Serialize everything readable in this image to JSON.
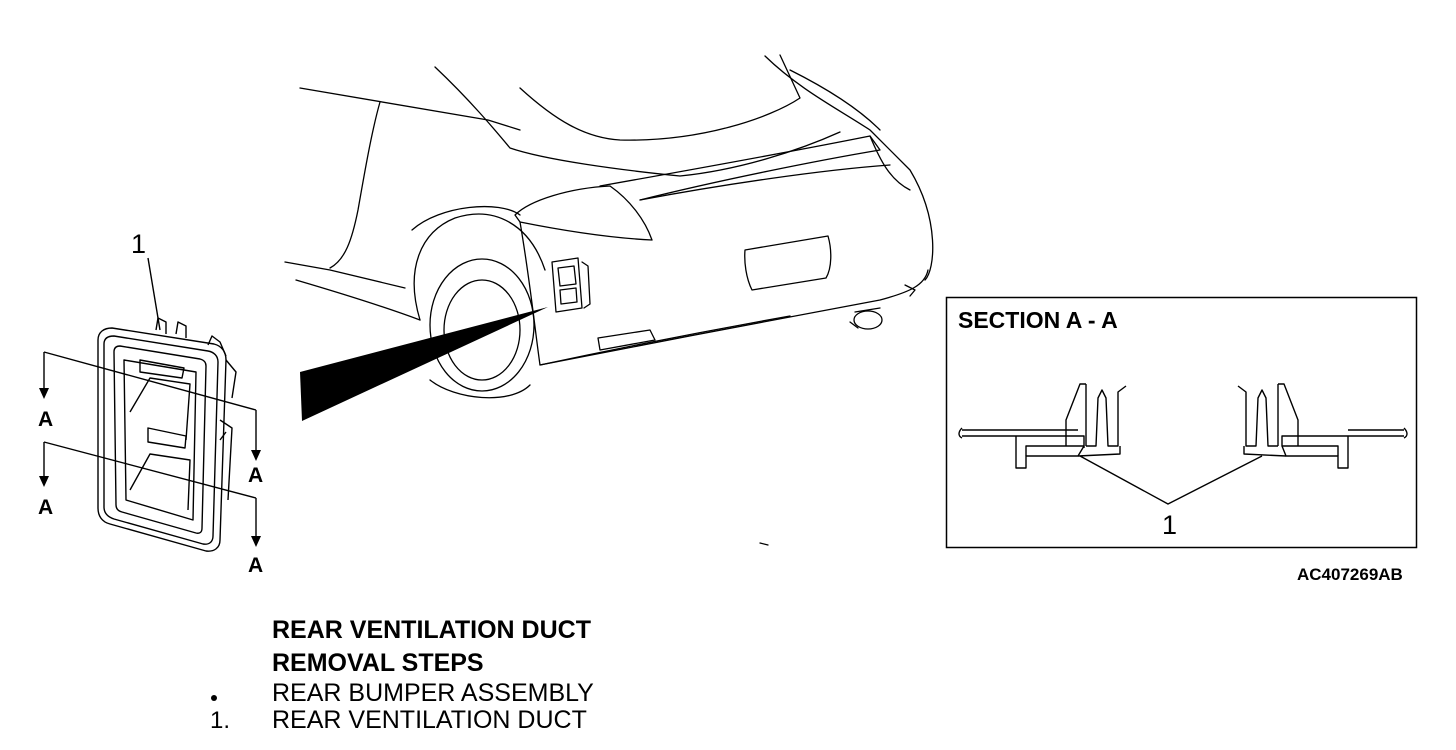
{
  "section_view": {
    "title": "SECTION A - A",
    "callout": "1"
  },
  "part_detail": {
    "callout": "1",
    "section_markers": [
      "A",
      "A",
      "A",
      "A"
    ]
  },
  "figure_id": "AC407269AB",
  "procedure": {
    "title": "REAR VENTILATION DUCT",
    "subtitle": "REMOVAL STEPS",
    "steps": [
      {
        "marker": "",
        "label": "REAR BUMPER ASSEMBLY"
      },
      {
        "marker": "1.",
        "label": "REAR VENTILATION DUCT"
      }
    ]
  }
}
